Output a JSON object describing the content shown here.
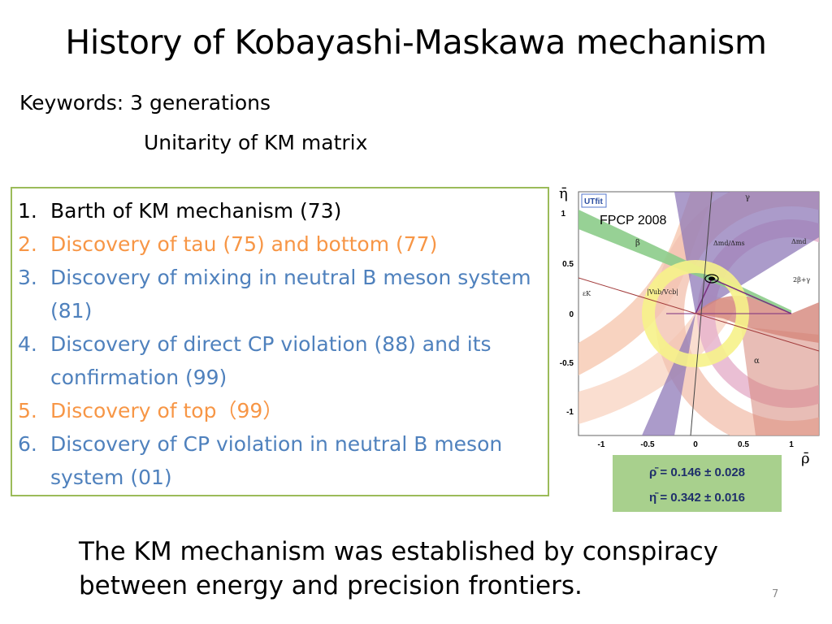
{
  "slide": {
    "title": "History of Kobayashi-Maskawa mechanism",
    "keywords_line1": "Keywords: 3 generations",
    "keywords_line2": "Unitarity of KM matrix",
    "items": [
      {
        "num": "1.",
        "text": "Barth of KM mechanism (73)",
        "color": "#000000"
      },
      {
        "num": "2.",
        "text": "Discovery of tau (75) and bottom (77)",
        "color": "#f79646"
      },
      {
        "num": "3.",
        "text": "Discovery of mixing in neutral B meson system (81)",
        "color": "#4f81bd"
      },
      {
        "num": "4.",
        "text": "Discovery of direct CP violation (88) and its confirmation (99)",
        "color": "#4f81bd"
      },
      {
        "num": "5.",
        "text": "Discovery of top（99）",
        "color": "#f79646"
      },
      {
        "num": "6.",
        "text": "Discovery of CP violation in neutral B meson system (01)",
        "color": "#4f81bd"
      }
    ],
    "conclusion": "The KM mechanism was established by conspiracy between energy and precision frontiers.",
    "page_number": "7"
  },
  "figure": {
    "logo": "UTfit",
    "conference": "FPCP 2008",
    "x_axis_symbol": "ρ̄",
    "y_axis_symbol": "η̄",
    "x_ticks": [
      "-1",
      "-0.5",
      "0",
      "0.5",
      "1"
    ],
    "y_ticks": [
      "1",
      "0.5",
      "0",
      "-0.5",
      "-1"
    ],
    "result_rho": "ρ̄ = 0.146 ± 0.028",
    "result_eta": "η̄ = 0.342 ± 0.016",
    "labels": {
      "gamma": "γ",
      "beta": "β",
      "alpha": "α",
      "epsilon_k": "εK",
      "dmd_dms": "Δmd/Δms",
      "dmd": "Δmd",
      "two_beta_gamma": "2β+γ",
      "vub_vcb": "|Vub/Vcb|"
    },
    "colors": {
      "green_band": "#8ccc8a",
      "purple_band": "#8f7ab8",
      "salmon_rings": "#f6c8b0",
      "red_band": "#d5867a",
      "pink_rings": "#e6b4cc",
      "yellow_ring": "#f6f28a",
      "result_box": "#a8d08d"
    }
  }
}
